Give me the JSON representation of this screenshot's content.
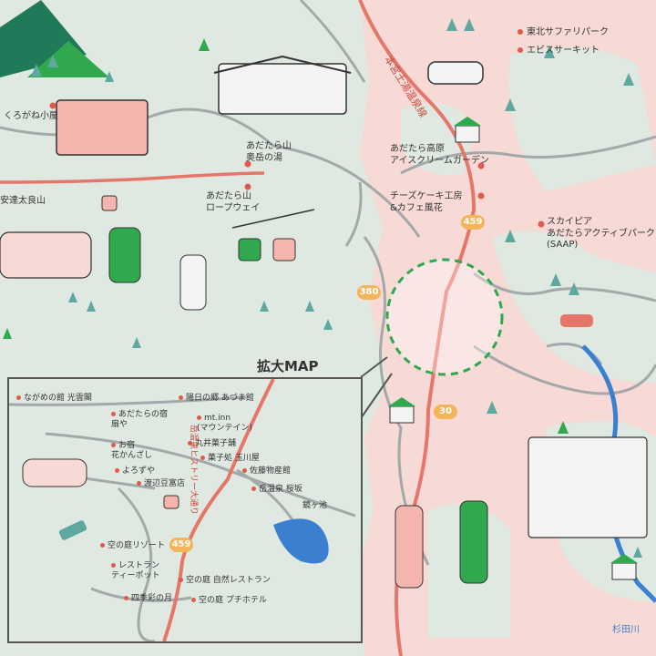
{
  "map": {
    "inset_title": "拡大MAP",
    "route_name": "本宮土湯温泉線",
    "inset_route_name": "岳温泉ヒストリー大通り",
    "river": "杉田川",
    "roads": [
      "459",
      "380",
      "30"
    ],
    "pois": {
      "kurogane": "くろがね小屋",
      "adatara_mt": "安達太良山",
      "okudake": "あだたら山\n奥岳の湯",
      "ropeway": "あだたら山\nロープウェイ",
      "safari": "東北サファリパーク",
      "epice": "エビスサーキット",
      "icecream": "あだたら高原\nアイスクリームガーデン",
      "cheesecake": "チーズケーキ工房\n&カフェ風花",
      "skypia": "スカイピア\nあだたらアクティブパーク\n(SAAP)"
    },
    "inset_pois": {
      "kounkaku": "ながめの館 光雲閣",
      "azumakan": "陽日の郷 あづま館",
      "ougiya": "あだたらの宿\n扇や",
      "mtinn": "mt.inn\n(マウンテイン)",
      "marui": "丸井菓子舗",
      "kanzashi": "お宿\n花かんざし",
      "tamagawaya": "菓子処 玉川屋",
      "yorozuya": "よろずや",
      "sato": "佐藤物産館",
      "watanabe": "渡辺豆富店",
      "sakurazaka": "岳温泉 桜坂",
      "kagaminoike": "鏡ヶ池",
      "soranoniwa_resort": "空の庭リゾート",
      "restaurant_teapot": "レストラン\nティーポット",
      "soranoniwa_rest": "空の庭 自然レストラン",
      "shikisai": "四季彩の月",
      "soranoniwa_hotel": "空の庭 プチホテル"
    }
  },
  "colors": {
    "background": "#dfe9e2",
    "pink_area": "#f7d9d6",
    "road_main": "#e7766a",
    "road_grey": "#a3a8a8",
    "accent_green": "#2fa84e",
    "marker": "#e05a4e"
  }
}
